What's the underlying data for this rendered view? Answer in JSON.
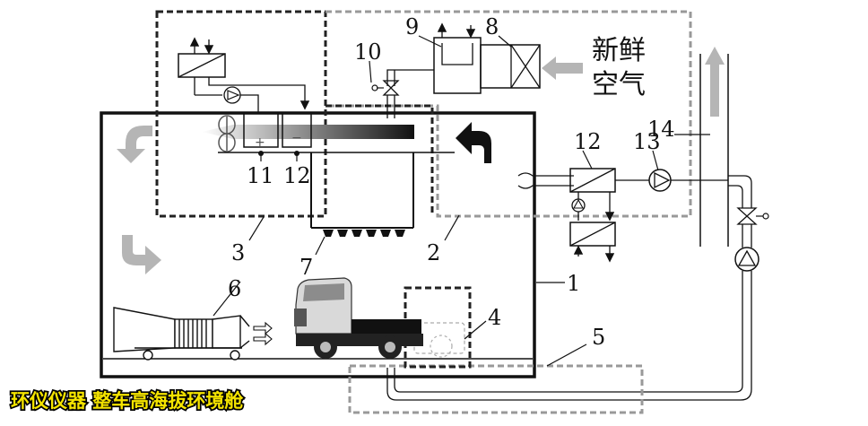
{
  "labels": {
    "l1": "1",
    "l2": "2",
    "l3": "3",
    "l4": "4",
    "l5": "5",
    "l6": "6",
    "l7": "7",
    "l8": "8",
    "l9": "9",
    "l10": "10",
    "l11": "11",
    "l12a": "12",
    "l12b": "12",
    "l13": "13",
    "l14": "14"
  },
  "fresh_air": {
    "line1": "新鲜",
    "line2": "空气"
  },
  "watermark": "环仪仪器 整车高海拔环境舱",
  "colors": {
    "line": "#111111",
    "dash_light": "#999999",
    "arrow_grey": "#b5b5b5",
    "watermark_fill": "#f5e400"
  }
}
